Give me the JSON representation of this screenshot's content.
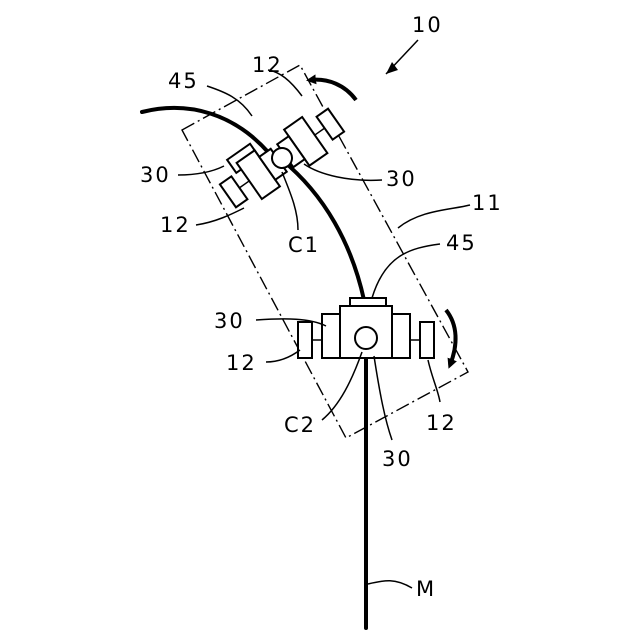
{
  "figure": {
    "labels": {
      "assembly": "10",
      "frame": "11",
      "roller_top_left": "12",
      "roller_top_right": "12",
      "roller_bottom_left": "12",
      "roller_bottom_right": "12",
      "guide_top_left": "30",
      "guide_top_right": "30",
      "guide_bottom_left": "30",
      "guide_bottom_right": "30",
      "holder_top": "45",
      "holder_bottom": "45",
      "center_top": "C1",
      "center_bottom": "C2",
      "material": "M"
    },
    "rotation_arrows": [
      "counter-clockwise",
      "clockwise"
    ],
    "colors": {
      "line": "#000000",
      "background": "#ffffff"
    }
  }
}
